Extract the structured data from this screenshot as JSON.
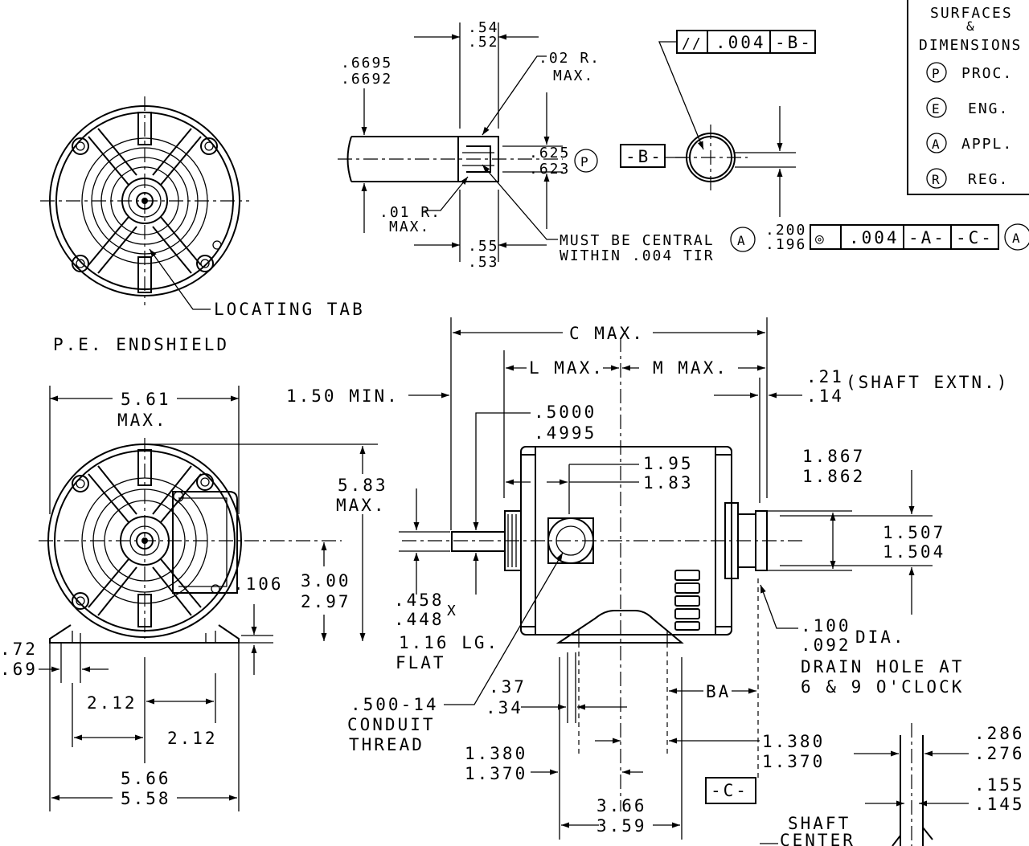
{
  "legend": {
    "header_line1": "SURFACES",
    "header_line2": "&",
    "header_line3": "DIMENSIONS",
    "items": [
      {
        "symbol": "P",
        "label": "PROC."
      },
      {
        "symbol": "E",
        "label": "ENG."
      },
      {
        "symbol": "A",
        "label": "APPL."
      },
      {
        "symbol": "R",
        "label": "REG."
      }
    ]
  },
  "views": {
    "endshield_title": "P.E. ENDSHIELD",
    "locating_tab": "LOCATING TAB"
  },
  "shaft_detail": {
    "groove_top": [
      ".54",
      ".52"
    ],
    "groove_bottom": [
      ".55",
      ".53"
    ],
    "shaft_dia": [
      ".6695",
      ".6692"
    ],
    "groove_radius_top": [
      ".02 R.",
      "MAX."
    ],
    "groove_radius_bottom": [
      ".01 R.",
      "MAX."
    ],
    "groove_dia": [
      ".625",
      ".623"
    ],
    "groove_symbol": "P",
    "central_note": [
      "MUST BE CENTRAL",
      "WITHIN .004 TIR"
    ]
  },
  "datum_b_detail": {
    "fcf_symbol": "//",
    "fcf_tol": ".004",
    "fcf_ref": "-B-",
    "datum": "-B-"
  },
  "tir_callout": {
    "symbol": "A",
    "dim": [
      ".200",
      ".196"
    ],
    "fcf_symbol": "◎",
    "tol": ".004",
    "ref1": "-A-",
    "ref2": "-C-",
    "mod": "A"
  },
  "front_view": {
    "width_max": [
      "5.61",
      "MAX."
    ],
    "height_max": [
      "5.83",
      "MAX."
    ],
    "shaft_height": [
      "3.00",
      "2.97"
    ],
    "base_thk": ".106",
    "foot_left": [
      ".72",
      ".69"
    ],
    "hole_left": "2.12",
    "hole_right": "2.12",
    "foot_span": [
      "5.66",
      "5.58"
    ]
  },
  "side_view": {
    "c_max": "C MAX.",
    "l_max": "L MAX.",
    "m_max": "M MAX.",
    "min_150": "1.50 MIN.",
    "shaft_extn": [
      ".21",
      ".14"
    ],
    "shaft_extn_label": "(SHAFT EXTN.)",
    "shaft_dia": [
      ".5000",
      ".4995"
    ],
    "len_195": [
      "1.95",
      "1.83"
    ],
    "dim_1867": [
      "1.867",
      "1.862"
    ],
    "dim_1507": [
      "1.507",
      "1.504"
    ],
    "flat": [
      ".458",
      ".448"
    ],
    "flat_x": "X",
    "flat_len": [
      "1.16 LG.",
      "FLAT"
    ],
    "conduit": [
      ".500-14",
      "CONDUIT",
      "THREAD"
    ],
    "dim_37": [
      ".37",
      ".34"
    ],
    "dim_1380_left": [
      "1.380",
      "1.370"
    ],
    "dim_1380_right": [
      "1.380",
      "1.370"
    ],
    "ba": "BA",
    "drain": [
      ".100",
      ".092"
    ],
    "drain_dia": "DIA.",
    "drain_note": [
      "DRAIN HOLE AT",
      "6 & 9 O'CLOCK"
    ],
    "dim_366": [
      "3.66",
      "3.59"
    ],
    "datum_c": "-C-"
  },
  "shaft_center_detail": {
    "dim_286": [
      ".286",
      ".276"
    ],
    "dim_155": [
      ".155",
      ".145"
    ],
    "label": [
      "SHAFT",
      "CENTER"
    ]
  }
}
